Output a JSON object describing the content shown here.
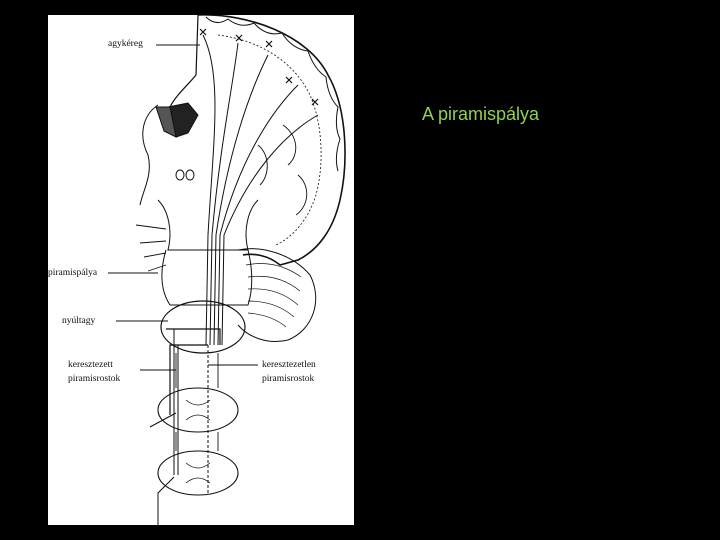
{
  "slide": {
    "title": "A piramispálya",
    "background": "#000000",
    "title_color": "#8fd14f"
  },
  "diagram": {
    "labels": {
      "cortex": "agykéreg",
      "pyramidal_tract": "piramispálya",
      "medulla": "nyúltagy",
      "crossed_line1": "keresztezett",
      "crossed_line2": "piramisrostok",
      "uncrossed_line1": "keresztezetlen",
      "uncrossed_line2": "piramisrostok"
    }
  }
}
